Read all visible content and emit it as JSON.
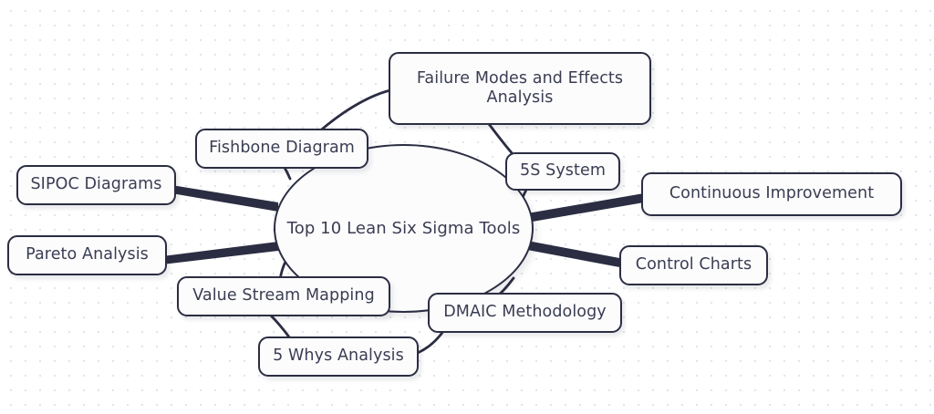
{
  "diagram": {
    "type": "mind-map",
    "title": "Top 10 Lean Six Sigma Tools",
    "background": "#ffffff",
    "dot_color": "#dfe7ea",
    "node_fill": "#fcfcfd",
    "node_border": "#2b2d42",
    "text_color": "#3a3d52",
    "edge_color": "#2b2d42",
    "root": {
      "label": "Top 10 Lean Six Sigma Tools",
      "shape": "circle"
    },
    "branches": [
      {
        "id": "fmea",
        "label": "Failure Modes and Effects\nAnalysis",
        "edge": "thin"
      },
      {
        "id": "fishbone",
        "label": "Fishbone Diagram",
        "edge": "thin"
      },
      {
        "id": "sipoc",
        "label": "SIPOC Diagrams",
        "edge": "thick"
      },
      {
        "id": "pareto",
        "label": "Pareto Analysis",
        "edge": "thick"
      },
      {
        "id": "vsm",
        "label": "Value Stream Mapping",
        "edge": "thin"
      },
      {
        "id": "five-whys",
        "label": "5 Whys Analysis",
        "edge": "thin"
      },
      {
        "id": "dmaic",
        "label": "DMAIC Methodology",
        "edge": "thin"
      },
      {
        "id": "control-charts",
        "label": "Control Charts",
        "edge": "thick"
      },
      {
        "id": "continuous-improvement",
        "label": "Continuous Improvement",
        "edge": "thick"
      },
      {
        "id": "5s",
        "label": "5S System",
        "edge": "thin"
      }
    ]
  }
}
